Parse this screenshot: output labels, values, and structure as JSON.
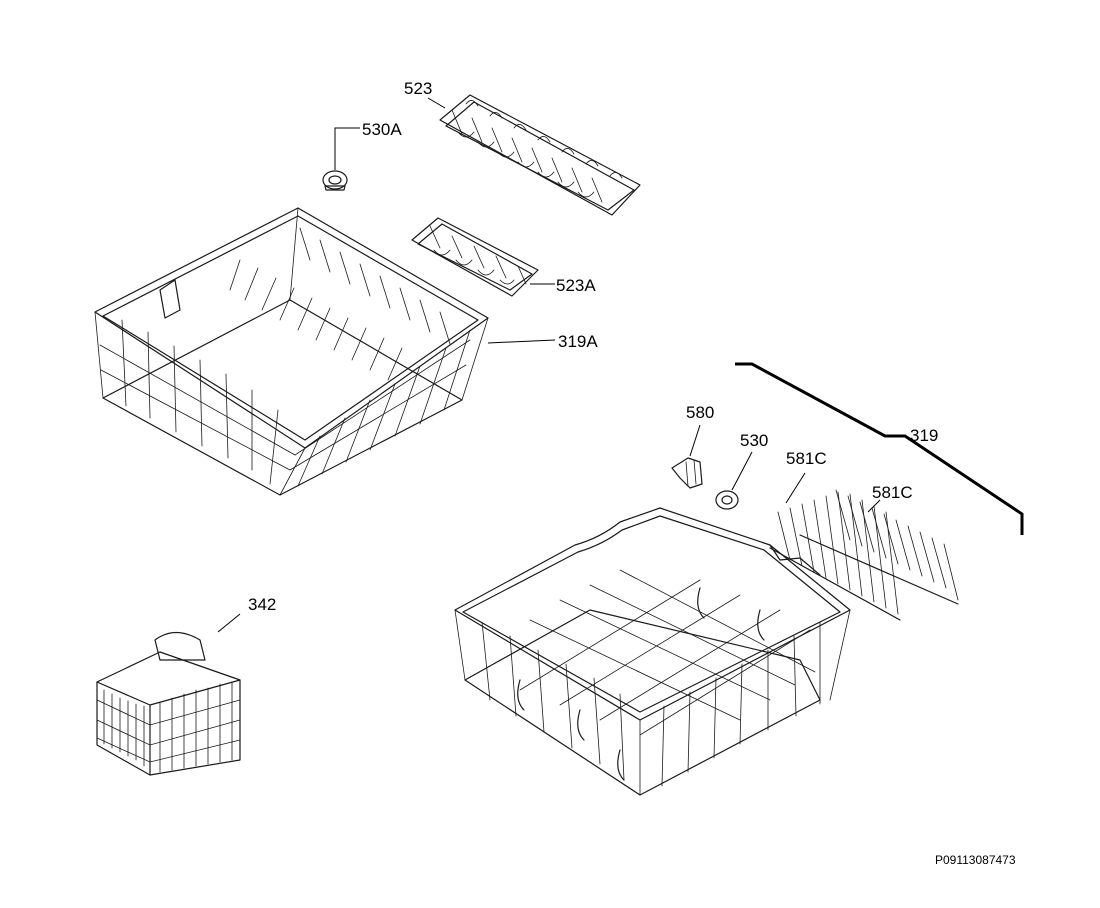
{
  "callouts": {
    "c523": "523",
    "c530A": "530A",
    "c523A": "523A",
    "c319A": "319A",
    "c580": "580",
    "c530": "530",
    "c581C_a": "581C",
    "c581C_b": "581C",
    "c319": "319",
    "c342": "342"
  },
  "document_id": "P09113087473",
  "colors": {
    "line": "#1a1a1a",
    "background": "#ffffff"
  }
}
